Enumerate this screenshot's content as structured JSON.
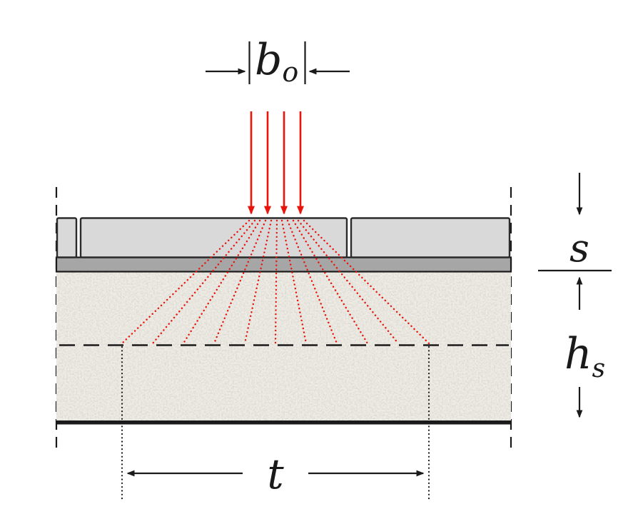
{
  "diagram": {
    "description": "Cross-section of a concentrated load on tiled surfacing dispersing through a structural slab",
    "labels": {
      "load_width_base": "b",
      "load_width_sub": "o",
      "surfacing_thickness": "s",
      "slab_depth_base": "h",
      "slab_depth_sub": "s",
      "effective_width": "t"
    },
    "colors": {
      "ink": "#1a1a1a",
      "load_red": "#e8150d",
      "tile_fill": "#d9d9d9",
      "tile_edge": "#2b2b2b",
      "bedding_fill": "#a6a6a6",
      "slab_fill": "#efede6",
      "slab_speckle": "#b8b5a8",
      "background": "#ffffff"
    }
  }
}
